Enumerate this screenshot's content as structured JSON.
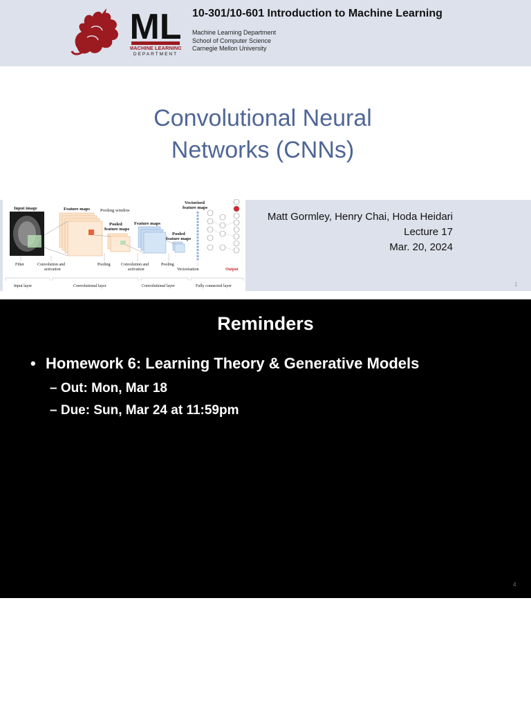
{
  "slide1": {
    "course_title": "10-301/10-601 Introduction to Machine Learning",
    "dept_lines": [
      "Machine Learning Department",
      "School of Computer Science",
      "Carnegie Mellon University"
    ],
    "logo": {
      "letters": "ML",
      "line1": "MACHINE LEARNING",
      "line2": "DEPARTMENT"
    },
    "title_lines": [
      "Convolutional Neural",
      "Networks (CNNs)"
    ],
    "authors": "Matt Gormley, Henry Chai, Hoda Heidari",
    "lecture": "Lecture 17",
    "date": "Mar. 20, 2024",
    "slide_number": "1",
    "figure_labels": {
      "input_image": "Input image",
      "feature_maps_1": "Feature maps",
      "pooling_window": "Pooling window",
      "pooled_1a": "Pooled",
      "pooled_1b": "feature maps",
      "feature_maps_2": "Feature maps",
      "pooled_2a": "Pooled",
      "pooled_2b": "feature maps",
      "vectorised_a": "Vectorised",
      "vectorised_b": "feature maps",
      "filter": "Filter",
      "conv_act_1a": "Convolution and",
      "conv_act_1b": "activation",
      "pooling_1": "Pooling",
      "conv_act_2a": "Convolution and",
      "conv_act_2b": "activation",
      "pooling_2": "Pooling",
      "vectorisation": "Vectorisation",
      "output": "Output",
      "input_layer": "Input layer",
      "conv_layer_1": "Convolutional layer",
      "conv_layer_2": "Convolutional layer",
      "fc_layer": "Fully connected layer"
    }
  },
  "slide2": {
    "title": "Reminders",
    "bullet": "•",
    "item": "Homework 6: Learning Theory & Generative Models",
    "sub_items": [
      "– Out: Mon, Mar 18",
      "– Due: Sun, Mar 24 at 11:59pm"
    ],
    "slide_number": "4"
  },
  "colors": {
    "header_bg": "#dde1ec",
    "title_blue": "#4f6696",
    "dragon_red": "#9b1b20",
    "output_red": "#d62728"
  }
}
